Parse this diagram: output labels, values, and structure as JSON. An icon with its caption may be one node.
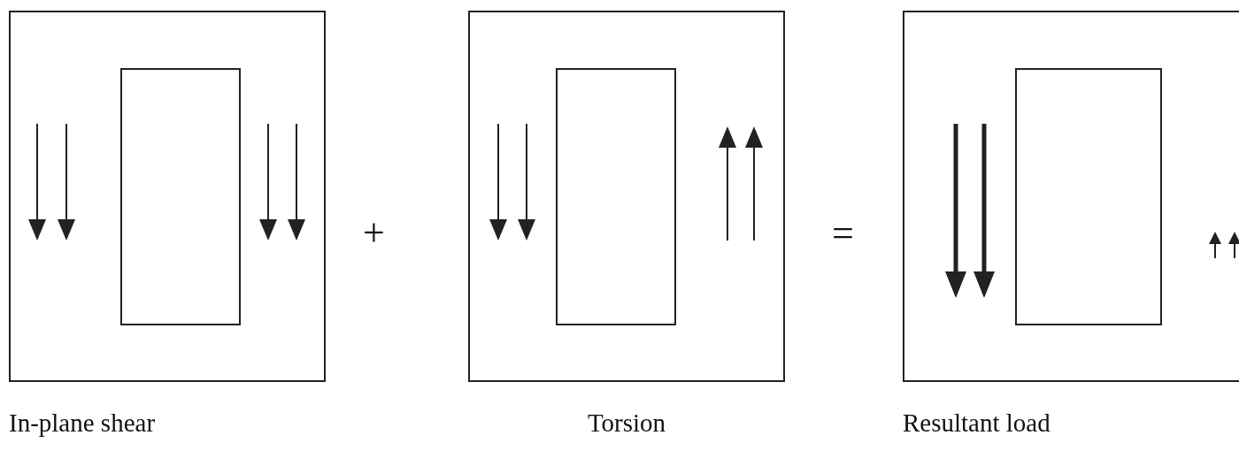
{
  "diagram": {
    "nodes": [
      {
        "text": [
          "In-plane shear"
        ]
      },
      {
        "text": [],
        "shape": "box",
        "in": 0
      },
      {
        "text": [
          "Torsion"
        ]
      },
      {
        "text": [],
        "shape": "box",
        "in": 2
      },
      {
        "text": [
          "Resultant load"
        ]
      },
      {
        "text": [],
        "shape": "box",
        "in": 4
      }
    ],
    "labels": [
      "+",
      "="
    ]
  }
}
